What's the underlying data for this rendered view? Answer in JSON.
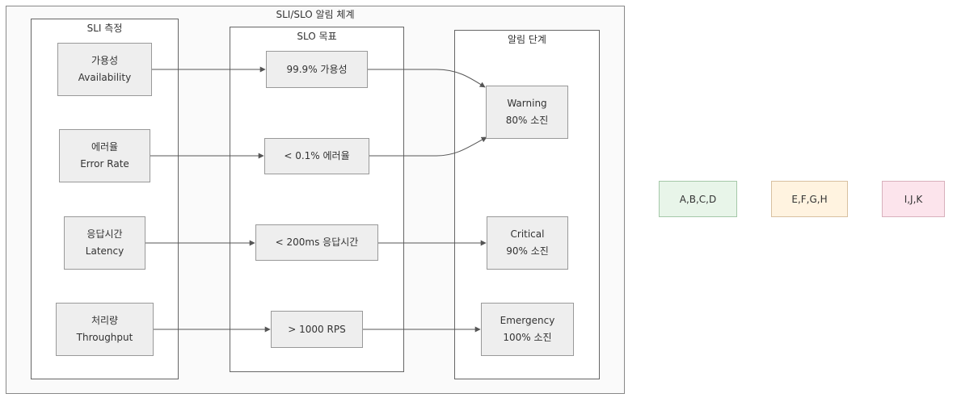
{
  "diagram": {
    "title": "SLI/SLO 알림 체계",
    "sli_group": {
      "title": "SLI 측정",
      "nodes": [
        {
          "line1": "가용성",
          "line2": "Availability"
        },
        {
          "line1": "에러율",
          "line2": "Error Rate"
        },
        {
          "line1": "응답시간",
          "line2": "Latency"
        },
        {
          "line1": "처리량",
          "line2": "Throughput"
        }
      ]
    },
    "slo_group": {
      "title": "SLO 목표",
      "nodes": [
        {
          "label": "99.9% 가용성"
        },
        {
          "label": "< 0.1% 에러율"
        },
        {
          "label": "< 200ms 응답시간"
        },
        {
          "label": "> 1000 RPS"
        }
      ]
    },
    "alert_group": {
      "title": "알림 단계",
      "nodes": [
        {
          "line1": "Warning",
          "line2": "80% 소진"
        },
        {
          "line1": "Critical",
          "line2": "90% 소진"
        },
        {
          "line1": "Emergency",
          "line2": "100% 소진"
        }
      ]
    },
    "edges": [
      {
        "from": "sli-availability",
        "to": "slo-availability"
      },
      {
        "from": "sli-error-rate",
        "to": "slo-error-rate"
      },
      {
        "from": "sli-latency",
        "to": "slo-latency"
      },
      {
        "from": "sli-throughput",
        "to": "slo-throughput"
      },
      {
        "from": "slo-availability",
        "to": "alert-warning"
      },
      {
        "from": "slo-error-rate",
        "to": "alert-warning"
      },
      {
        "from": "slo-latency",
        "to": "alert-critical"
      },
      {
        "from": "slo-throughput",
        "to": "alert-emergency"
      }
    ]
  },
  "legend": [
    {
      "label": "A,B,C,D",
      "color": "#e8f5e9",
      "border": "#a5c8a8"
    },
    {
      "label": "E,F,G,H",
      "color": "#fff3e0",
      "border": "#d8c0a0"
    },
    {
      "label": "I,J,K",
      "color": "#fce4ec",
      "border": "#d8b0bc"
    }
  ],
  "colors": {
    "node_fill": "#eeeeee",
    "edge": "#555555"
  }
}
